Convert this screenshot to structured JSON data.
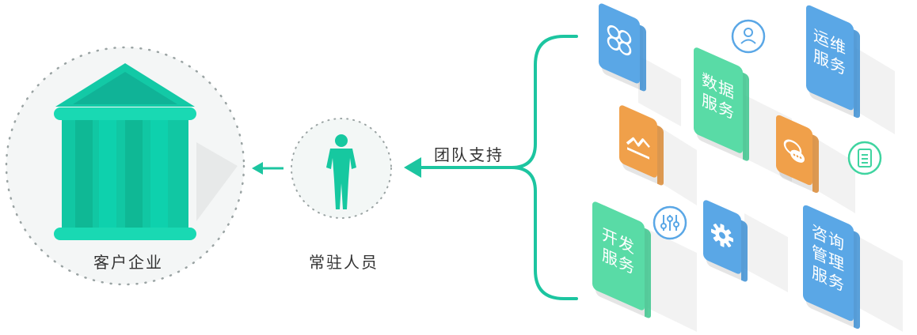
{
  "labels": {
    "client": "客户企业",
    "staff": "常驻人员",
    "support": "团队支持"
  },
  "services": {
    "ops": [
      "运维",
      "服务"
    ],
    "data": [
      "数据",
      "服务"
    ],
    "dev": [
      "开发",
      "服务"
    ],
    "consult": [
      "咨询",
      "管理",
      "服务"
    ]
  },
  "icons": {
    "grid": "grid-icon",
    "user": "user-icon",
    "chart": "chart-icon",
    "chat": "chat-icon",
    "receipt": "receipt-icon",
    "sliders": "sliders-icon",
    "gear": "gear-icon"
  },
  "colors": {
    "accent": "#1cc5a0",
    "teal": "#0fd6b0",
    "blue": "#5aa7e6",
    "green": "#59dba6",
    "orange": "#f0a04a"
  }
}
